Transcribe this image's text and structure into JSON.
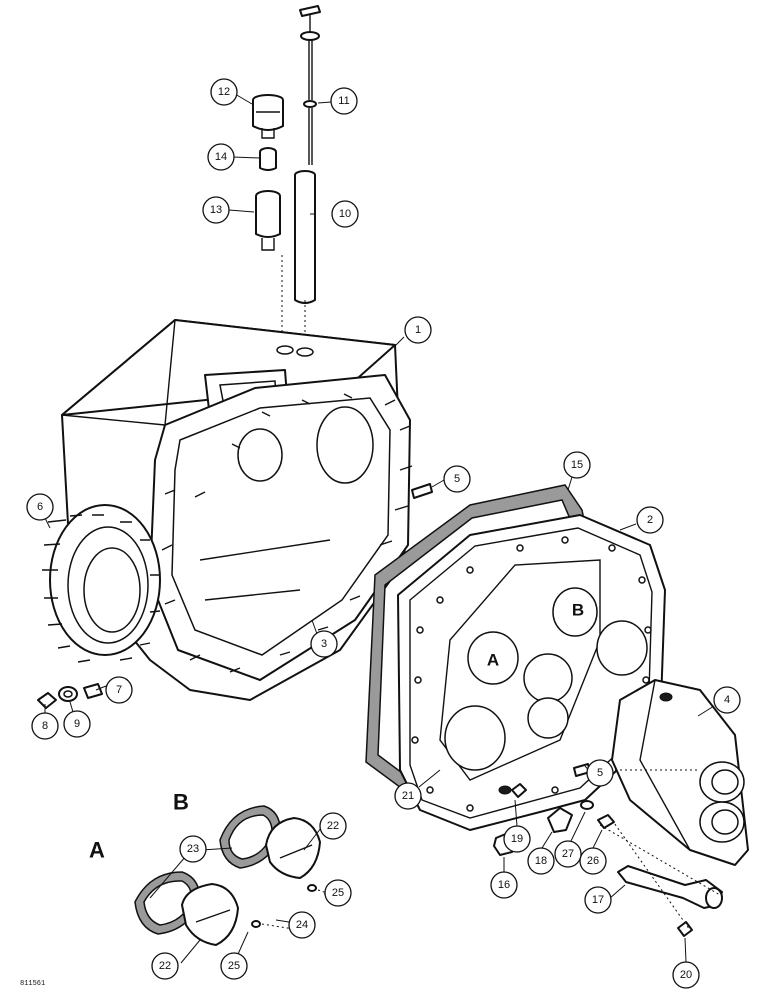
{
  "callouts": [
    "1",
    "2",
    "3",
    "4",
    "5",
    "5",
    "6",
    "7",
    "8",
    "9",
    "10",
    "11",
    "12",
    "13",
    "14",
    "15",
    "16",
    "17",
    "18",
    "19",
    "20",
    "21",
    "22",
    "22",
    "23",
    "24",
    "25",
    "25",
    "26",
    "27"
  ],
  "labels": {
    "view_a": "A",
    "view_b": "B",
    "plate_a": "A",
    "plate_b": "B"
  },
  "figure_code": "811561"
}
